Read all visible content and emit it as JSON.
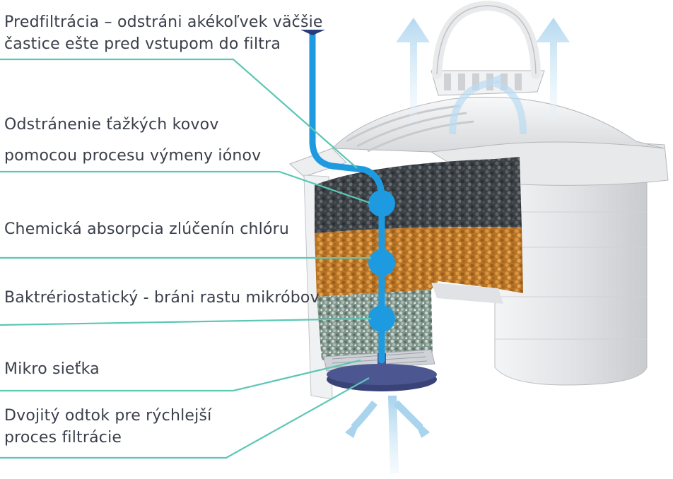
{
  "labels": [
    {
      "id": "prefilter",
      "lines": [
        "Predfiltrácia – odstráni akékoľvek väčšie",
        "častice ešte pred vstupom do filtra"
      ]
    },
    {
      "id": "heavy-metals",
      "lines": [
        "Odstránenie ťažkých kovov",
        "pomocou procesu výmeny iónov"
      ]
    },
    {
      "id": "chlorine",
      "lines": [
        "Chemická absorpcia zlúčenín chlóru"
      ]
    },
    {
      "id": "bacteriostatic",
      "lines": [
        "Baktrériostatický - bráni rastu mikróbov"
      ]
    },
    {
      "id": "micro-mesh",
      "lines": [
        "Mikro sieťka"
      ]
    },
    {
      "id": "double-outlet",
      "lines": [
        "Dvojitý odtok pre rýchlejší",
        "proces filtrácie"
      ]
    }
  ],
  "colors": {
    "leader_line": "#5cc7b5",
    "water_flow": "#1e9be0",
    "arrow_light": "#a9d4ee",
    "cartridge_shell": "#e6e7ea",
    "carbon_layer": "#3d4246",
    "resin_layer": "#c07a28",
    "silver_layer": "#8fa39a",
    "base_disc": "#3a4377",
    "text": "#3a3f4a"
  }
}
